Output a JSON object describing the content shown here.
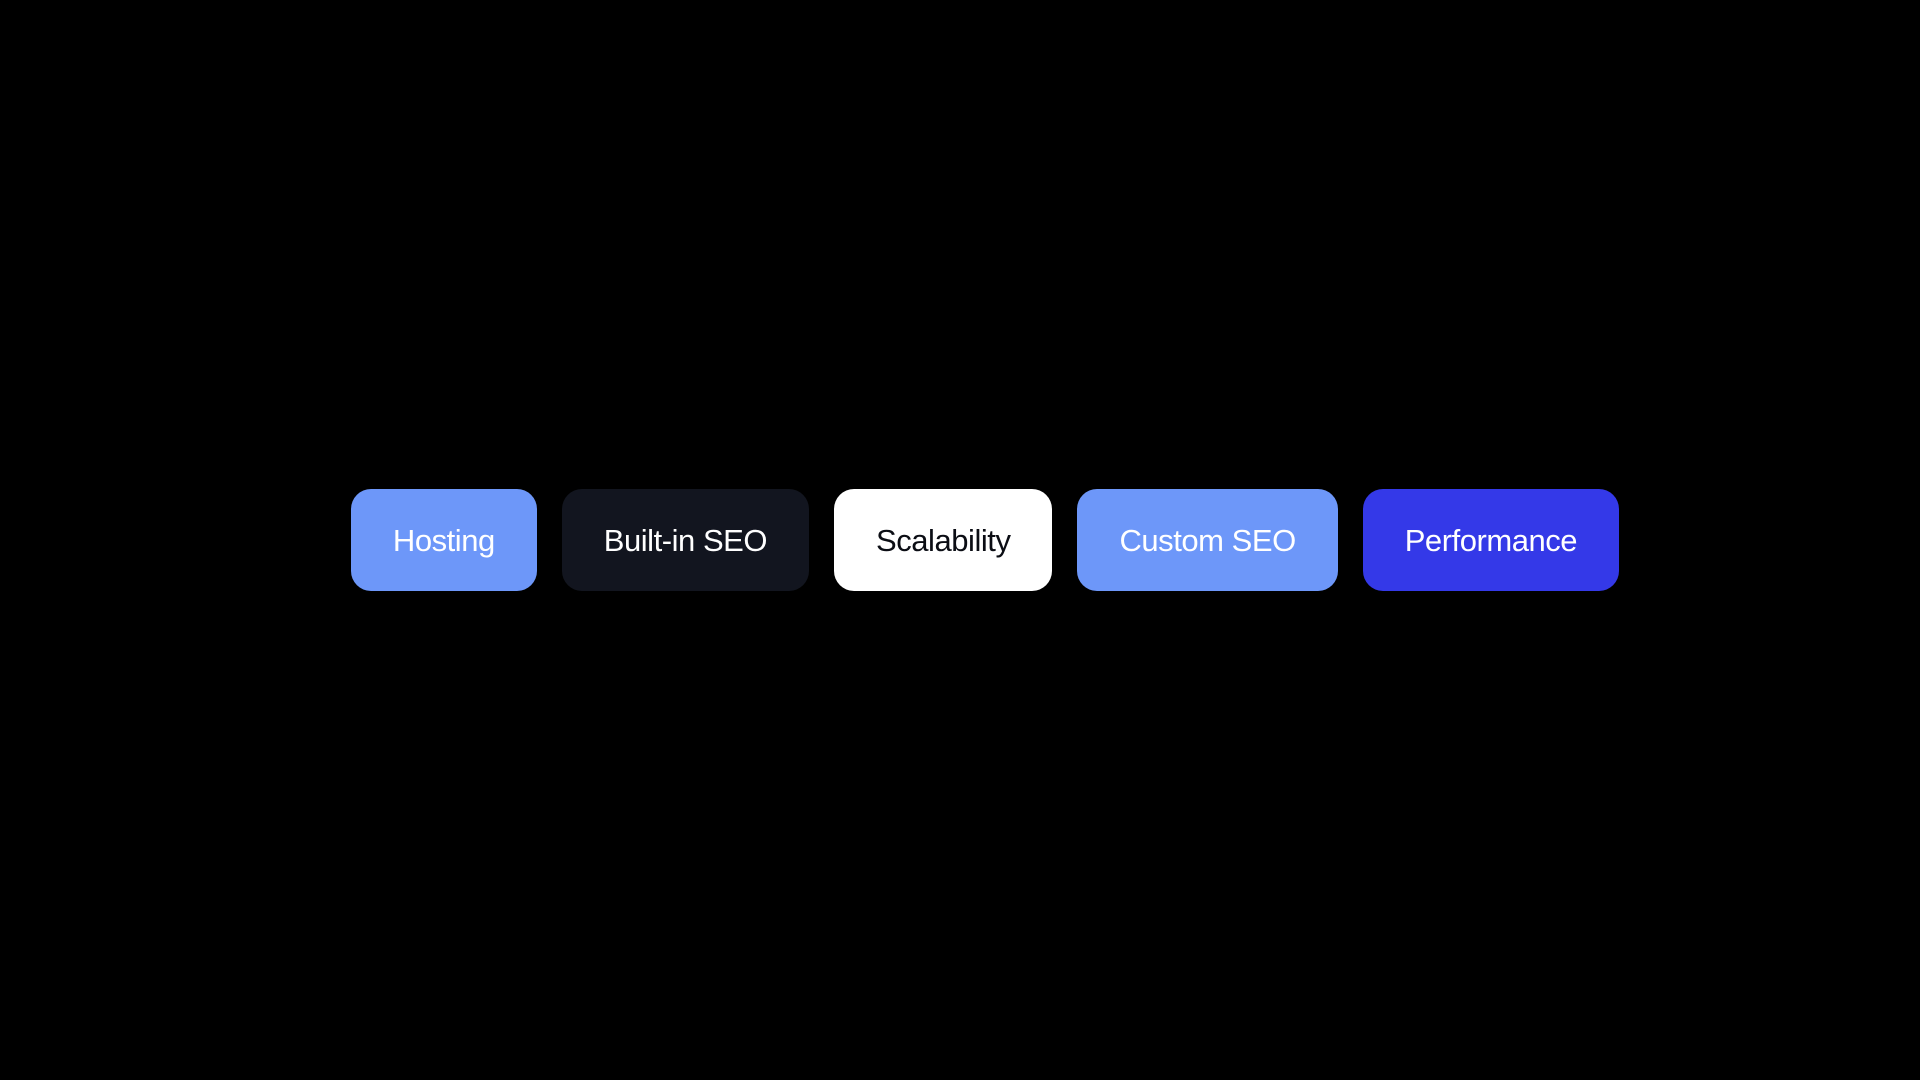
{
  "page": {
    "background_color": "#000000"
  },
  "buttons": [
    {
      "label": "Hosting",
      "bg": "#6D97F9",
      "fg": "#FFFFFF"
    },
    {
      "label": "Built-in SEO",
      "bg": "#12151F",
      "fg": "#FFFFFF"
    },
    {
      "label": "Scalability",
      "bg": "#FFFFFF",
      "fg": "#0B0D14"
    },
    {
      "label": "Custom SEO",
      "bg": "#6D97F9",
      "fg": "#FFFFFF"
    },
    {
      "label": "Performance",
      "bg": "#3439E8",
      "fg": "#FFFFFF"
    }
  ]
}
